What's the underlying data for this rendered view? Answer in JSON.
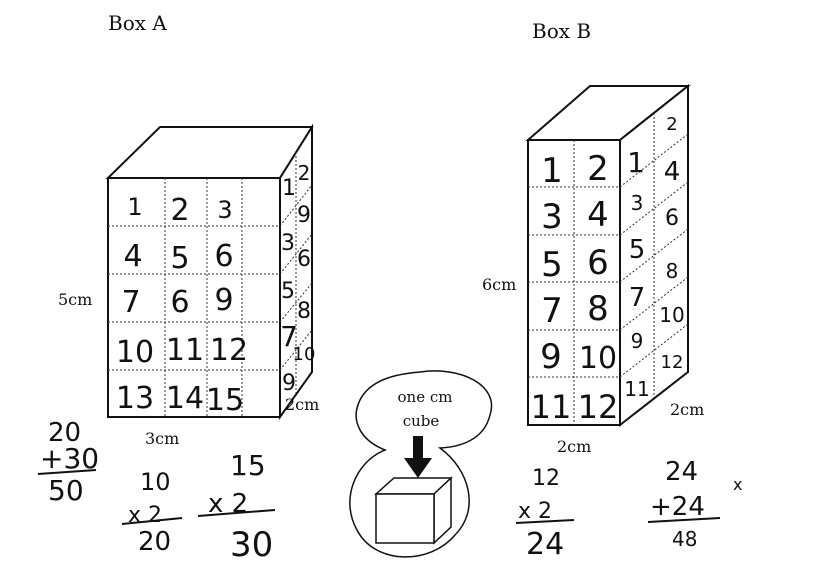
{
  "box_a": {
    "title": "Box A",
    "height_label": "5cm",
    "width_label": "3cm",
    "depth_label": "2cm",
    "front_numbers": [
      "1",
      "2",
      "3",
      "4",
      "5",
      "6",
      "7",
      "6",
      "9",
      "10",
      "11",
      "12",
      "13",
      "14",
      "15"
    ],
    "side_numbers": [
      "1",
      "2",
      "9",
      "3",
      "6",
      "5",
      "8",
      "7",
      "10",
      "9"
    ]
  },
  "box_b": {
    "title": "Box B",
    "height_label": "6cm",
    "width_label": "2cm",
    "depth_label": "2cm",
    "front_numbers": [
      "1",
      "2",
      "3",
      "4",
      "5",
      "6",
      "7",
      "8",
      "9",
      "10",
      "11",
      "12"
    ],
    "side_numbers": [
      "2",
      "1",
      "4",
      "3",
      "6",
      "5",
      "8",
      "7",
      "10",
      "9",
      "12",
      "11"
    ]
  },
  "cube_callout": {
    "line1": "one cm",
    "line2": "cube"
  },
  "work": {
    "sum_a": {
      "top": "20",
      "mid": "+30",
      "bottom": "50"
    },
    "mult_a1": {
      "top": "10",
      "mid": "x 2",
      "bottom": "20"
    },
    "mult_a2": {
      "top": "15",
      "mid": "x 2",
      "bottom": "30"
    },
    "mult_b": {
      "top": "12",
      "mid": "x 2",
      "bottom": "24"
    },
    "sum_b": {
      "top": "24",
      "mid": "+24",
      "bottom": "48",
      "mark": "x"
    }
  }
}
